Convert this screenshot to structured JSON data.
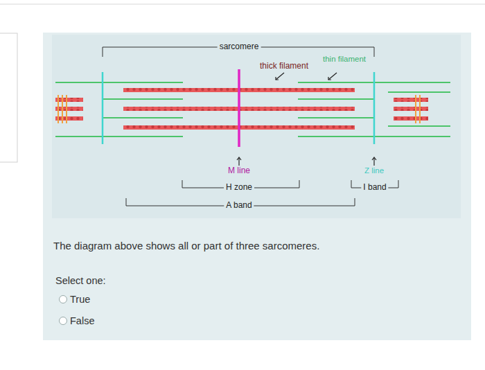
{
  "diagram": {
    "labels": [
      "sarcomere",
      "thin filament",
      "thick filament",
      "M line",
      "Z line",
      "H zone",
      "I band",
      "A band",
      "The diagram above shows all or part of three sarcomeres.",
      "Select one:",
      "True",
      "False"
    ]
  }
}
